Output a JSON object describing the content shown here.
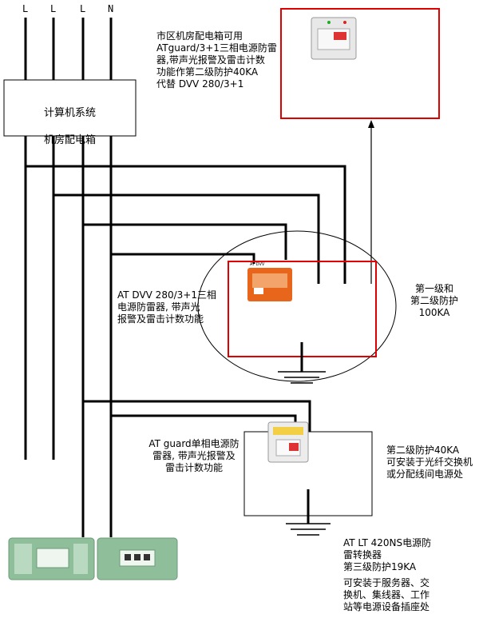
{
  "lines": [
    "L",
    "L",
    "L",
    "N"
  ],
  "cabinet": {
    "line1": "计算机系统",
    "line2": "机房配电箱"
  },
  "notes": {
    "top": "市区机房配电箱可用\nATguard/3+1三相电源防雷\n器,带声光报警及雷击计数\n功能作第二级防护40KA\n代替 DVV 280/3+1",
    "dvv": "AT DVV 280/3+1三相\n电源防雷器, 带声光\n报警及雷击计数功能",
    "level12": "第一级和\n第二级防护\n100KA",
    "guard": "AT guard单相电源防\n雷器, 带声光报警及\n雷击计数功能",
    "level2": "第二级防护40KA\n可安装于光纤交换机\n或分配线间电源处",
    "lt_title": "AT LT 420NS电源防\n雷转换器\n第三级防护19KA",
    "lt_desc": "可安装于服务器、交\n换机、集线器、工作\n站等电源设备插座处"
  },
  "device_label": "AT DVV",
  "colors": {
    "frame_red": "#e00000",
    "device_orange": "#e8661c",
    "panel_green": "#8fbf9a"
  }
}
